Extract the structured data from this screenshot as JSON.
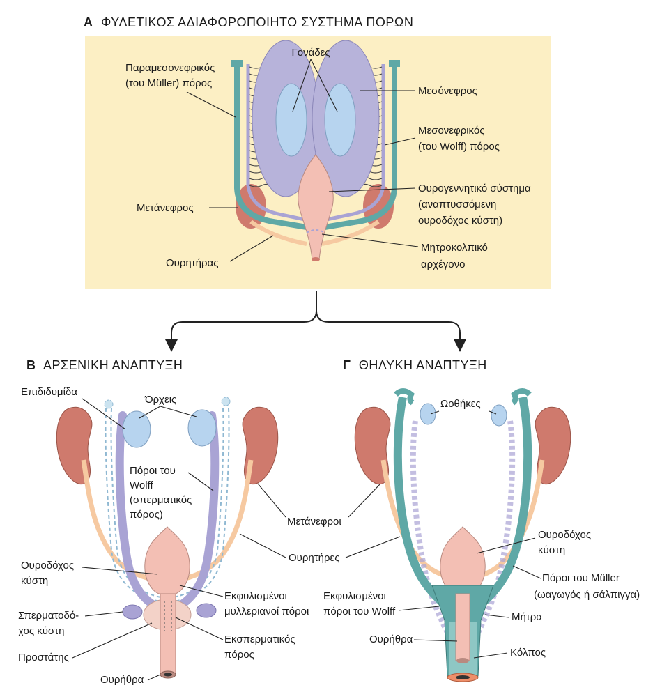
{
  "panel_a": {
    "letter": "Α",
    "title": "ΦΥΛΕΤΙΚΟΣ ΑΔΙΑΦΟΡΟΠΟΙΗΤΟ ΣΥΣΤΗΜΑ ΠΟΡΩΝ",
    "labels": {
      "gonads": "Γονάδες",
      "paramesonephric_1": "Παραμεσονεφρικός",
      "paramesonephric_2": "(του Müller) πόρος",
      "mesonephros": "Μεσόνεφρος",
      "mesonephric_1": "Μεσονεφρικός",
      "mesonephric_2": "(του Wolff) πόρος",
      "urogenital_1": "Ουρογεννητικό σύστημα",
      "urogenital_2": "(αναπτυσσόμενη",
      "urogenital_3": "ουροδόχος κύστη)",
      "metanephros": "Μετάνεφρος",
      "ureter": "Ουρητήρας",
      "uterovaginal_1": "Μητροκολπικό",
      "uterovaginal_2": "αρχέγονο"
    }
  },
  "panel_b": {
    "letter": "Β",
    "title": "ΑΡΣΕΝΙΚΗ ΑΝΑΠΤΥΞΗ",
    "labels": {
      "epididymis": "Επιδιδυμίδα",
      "testes": "Όρχεις",
      "wolff_1": "Πόροι του",
      "wolff_2": "Wolff",
      "wolff_3": "(σπερματικός",
      "wolff_4": "πόρος)",
      "bladder_1": "Ουροδόχος",
      "bladder_2": "κύστη",
      "seminal_1": "Σπερματοδό-",
      "seminal_2": "χος κύστη",
      "prostate": "Προστάτης",
      "urethra": "Ουρήθρα",
      "degen_muller_1": "Εκφυλισμένοι",
      "degen_muller_2": "μυλλεριανοί πόροι",
      "ejaculatory_1": "Εκσπερματικός",
      "ejaculatory_2": "πόρος"
    }
  },
  "shared": {
    "metanephroi": "Μετάνεφροι",
    "ureters": "Ουρητήρες"
  },
  "panel_c": {
    "letter": "Γ",
    "title": "ΘΗΛΥΚΗ ΑΝΑΠΤΥΞΗ",
    "labels": {
      "ovaries": "Ωοθήκες",
      "bladder_1": "Ουροδόχος",
      "bladder_2": "κύστη",
      "muller_1": "Πόροι του Müller",
      "muller_2": "(ωαγωγός ή σάλπιγγα)",
      "degen_wolff_1": "Εκφυλισμένοι",
      "degen_wolff_2": "πόροι του Wolff",
      "uterus": "Μήτρα",
      "urethra": "Ουρήθρα",
      "vagina": "Κόλπος"
    }
  },
  "colors": {
    "background_box": "#fcefc4",
    "gonad_mesonephros": "#b7b3da",
    "gonad_core": "#b7d4ef",
    "paramesonephric_duct": "#5fa8a6",
    "mesonephric_duct": "#a9a3d4",
    "kidney": "#cf7a6d",
    "ureter": "#f6c9a1",
    "urogenital": "#f3bfb4",
    "dashed_duct": "#cbe3f0"
  },
  "icons": [
    "arrow-down-icon",
    "arrow-down-icon"
  ]
}
